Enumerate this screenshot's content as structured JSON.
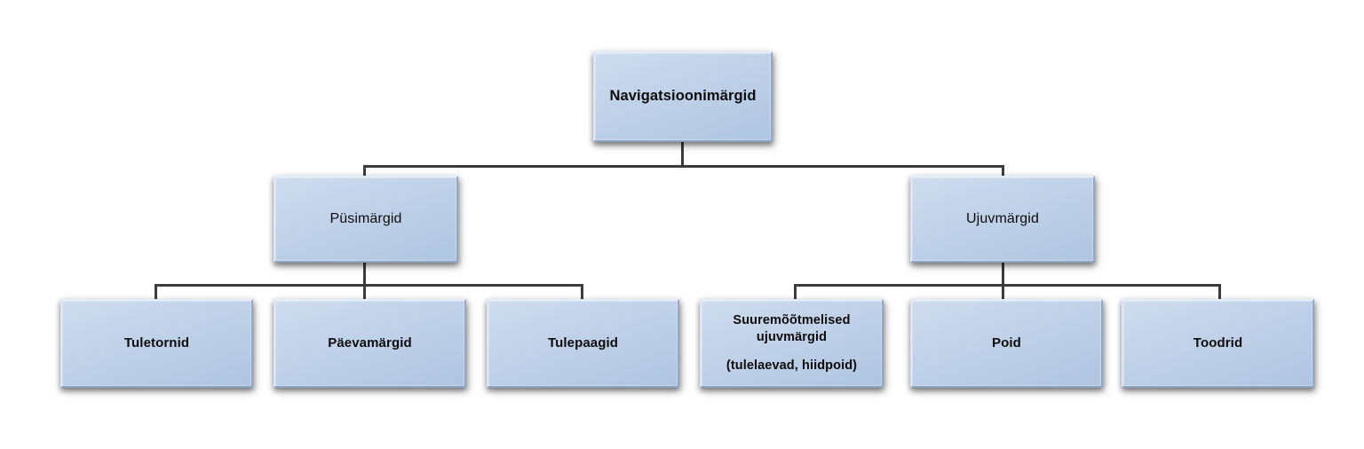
{
  "diagram": {
    "type": "organizational-tree",
    "title": "Navigatsioonimärgid",
    "background_color": "#ffffff",
    "node_fill_color": "#bdd0e8",
    "connector_color": "#3c3c3c",
    "text_color": "#0c0c0c",
    "levels": 3,
    "root": {
      "id": "navigatsioonimargid",
      "label": "Navigatsioonimärgid"
    },
    "branches": [
      {
        "id": "pusimargid",
        "label": "Püsimärgid",
        "children": [
          {
            "id": "tuletornid",
            "label": "Tuletornid"
          },
          {
            "id": "paevamargid",
            "label": "Päevamärgid"
          },
          {
            "id": "tulepaagid",
            "label": "Tulepaagid"
          }
        ]
      },
      {
        "id": "ujuvmargid",
        "label": "Ujuvmärgid",
        "children": [
          {
            "id": "suuremootmelised-ujuvmargid",
            "label_line1": "Suuremõõtmelised",
            "label_line2": "ujuvmärgid",
            "label_line3": "(tulelaevad, hiidpoid)"
          },
          {
            "id": "poid",
            "label": "Poid"
          },
          {
            "id": "toodrid",
            "label": "Toodrid"
          }
        ]
      }
    ]
  }
}
